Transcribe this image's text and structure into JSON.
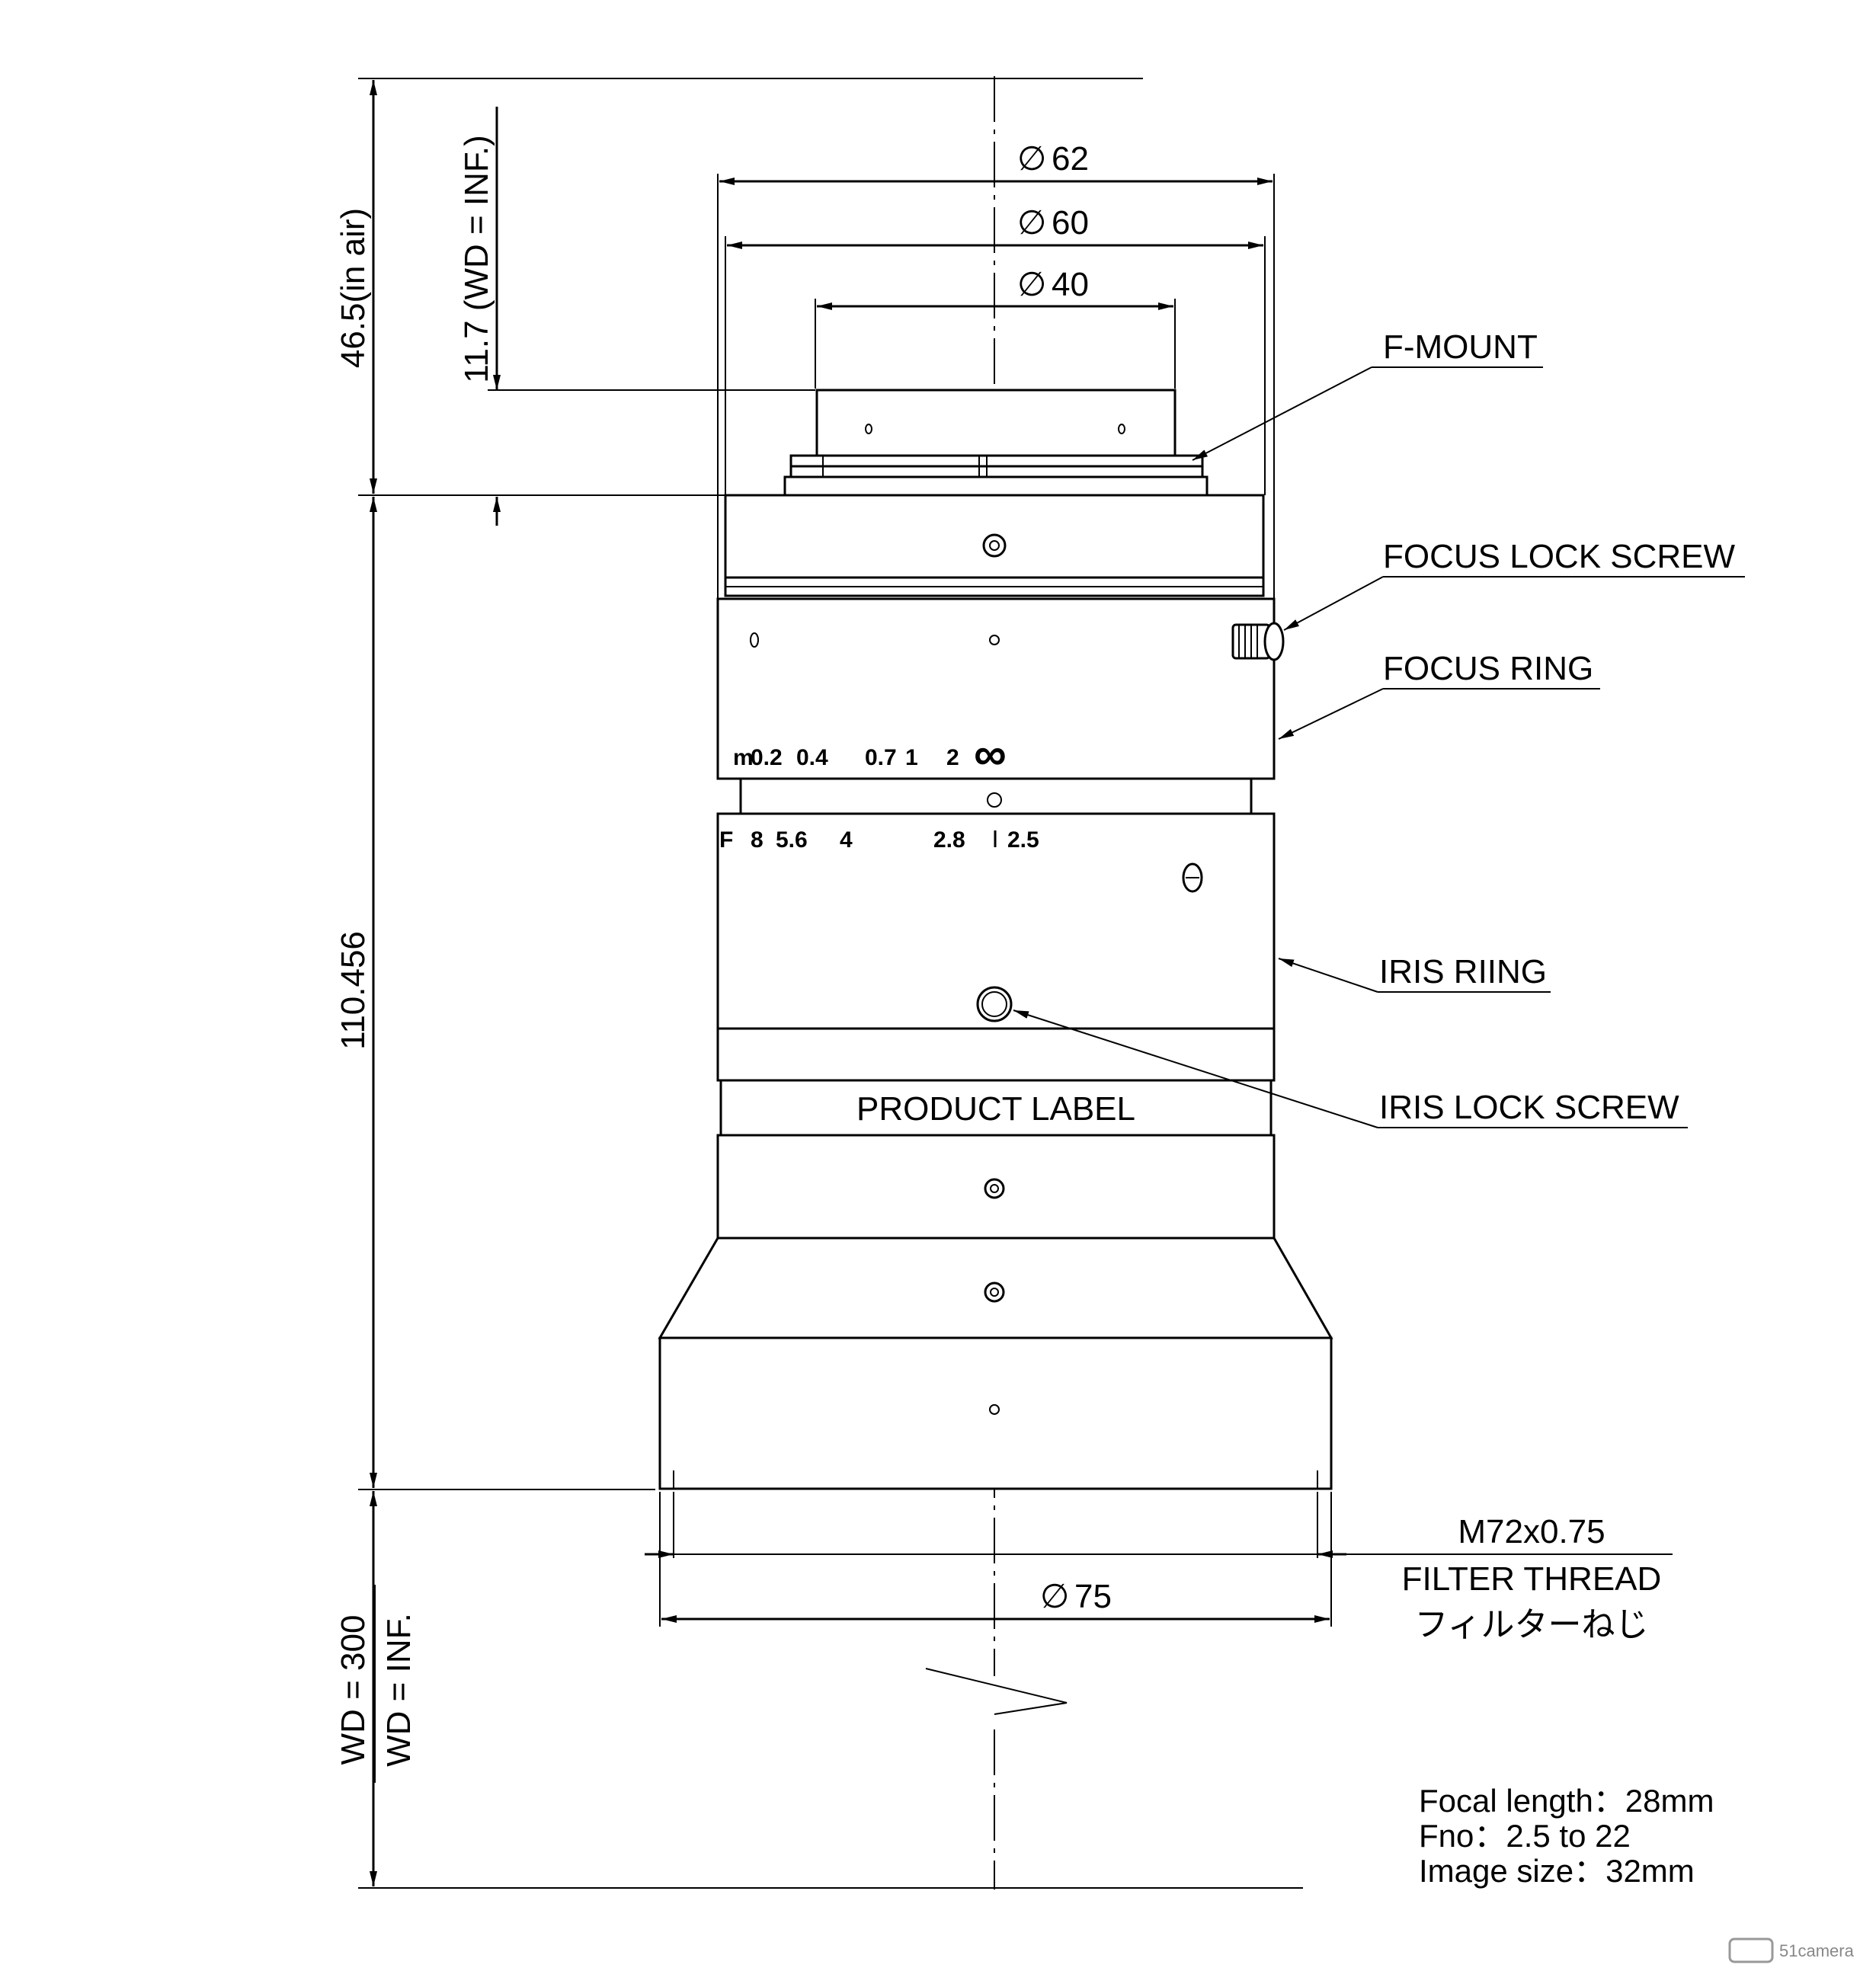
{
  "dimensions": {
    "dia_62": "62",
    "dia_60": "60",
    "dia_40": "40",
    "dia_75": "75",
    "back_focus": "46.5(in air)",
    "flange": "11.7 (WD = INF.)",
    "length": "110.456",
    "wd_300": "WD = 300",
    "wd_inf": "WD = INF."
  },
  "callouts": {
    "f_mount": "F-MOUNT",
    "focus_lock_screw": "FOCUS LOCK SCREW",
    "focus_ring": "FOCUS RING",
    "iris_ring": "IRIS RIING",
    "iris_lock_screw": "IRIS LOCK SCREW",
    "product_label": "PRODUCT LABEL",
    "filter_thread_size": "M72x0.75",
    "filter_thread": "FILTER THREAD",
    "filter_thread_jp": "フィルターねじ"
  },
  "focus_scale": {
    "labels": [
      "0.2",
      "0.4",
      "0.7",
      "1",
      "2"
    ]
  },
  "iris_scale": {
    "labels": [
      "8",
      "5.6",
      "4",
      "2.8",
      "2.5"
    ]
  },
  "specs": {
    "focal_length": "Focal length：28mm",
    "fno": "Fno：2.5 to 22",
    "image_size": "Image size：32mm"
  },
  "watermark": "51camera"
}
